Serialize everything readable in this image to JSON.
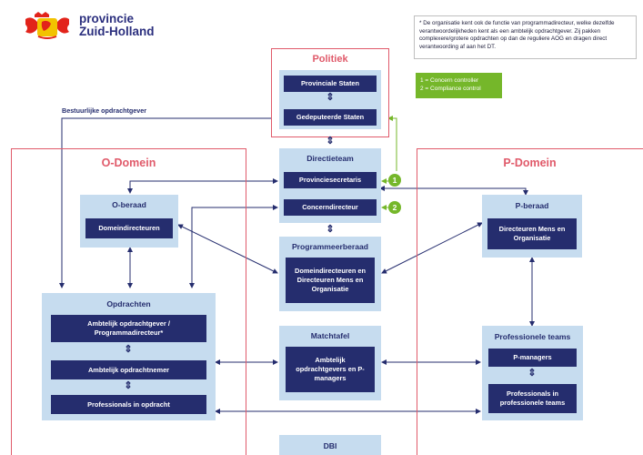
{
  "logo": {
    "line1": "provincie",
    "line2": "Zuid-Holland"
  },
  "note": "* De organisatie kent ook de functie van programmadirecteur, welke dezelfde verantwoordelijkheden kent als een ambtelijk opdrachtgever. Zij pakken complexere/grotere opdrachten op dan de reguliere AOG en dragen direct verantwoording af aan het DT.",
  "legend": {
    "line1": "1 = Concern controller",
    "line2": "2 = Compliance control"
  },
  "politiek": {
    "title": "Politiek",
    "ps": "Provinciale Staten",
    "gs": "Gedeputeerde Staten"
  },
  "bestuurlijk": "Bestuurlijke opdrachtgever",
  "directieteam": {
    "title": "Directieteam",
    "secretaris": "Provinciesecretaris",
    "concern": "Concerndirecteur"
  },
  "badges": {
    "one": "1",
    "two": "2"
  },
  "programmeerberaad": {
    "title": "Programmeerberaad",
    "box": "Domeindirecteuren en Directeuren Mens en Organisatie"
  },
  "matchtafel": {
    "title": "Matchtafel",
    "box": "Ambtelijk opdrachtgevers en P-managers"
  },
  "dbi": {
    "title": "DBI"
  },
  "odomein": {
    "title": "O-Domein"
  },
  "pdomein": {
    "title": "P-Domein"
  },
  "oberaad": {
    "title": "O-beraad",
    "box": "Domeindirecteuren"
  },
  "pberaad": {
    "title": "P-beraad",
    "box": "Directeuren Mens en Organisatie"
  },
  "opdrachten": {
    "title": "Opdrachten",
    "aog": "Ambtelijk opdrachtgever / Programmadirecteur*",
    "aon": "Ambtelijk opdrachtnemer",
    "prof": "Professionals in opdracht"
  },
  "teams": {
    "title": "Professionele teams",
    "pm": "P-managers",
    "prof": "Professionals in professionele teams"
  },
  "colors": {
    "navy": "#252d6e",
    "lightblue": "#c6dcef",
    "red": "#e05a6a",
    "green": "#75b72a"
  },
  "icons": {
    "logo": "lion-crest-icon",
    "updown": "double-arrow-icon"
  }
}
